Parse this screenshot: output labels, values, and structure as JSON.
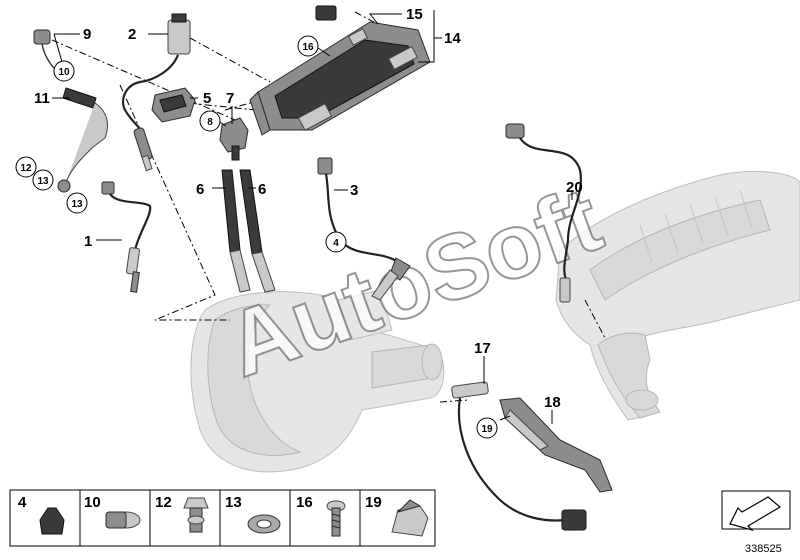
{
  "callouts": {
    "c1": "1",
    "c2": "2",
    "c3": "3",
    "c4": "4",
    "c5": "5",
    "c6a": "6",
    "c6b": "6",
    "c7": "7",
    "c8": "8",
    "c9": "9",
    "c10": "10",
    "c11": "11",
    "c12": "12",
    "c13a": "13",
    "c13b": "13",
    "c14": "14",
    "c15": "15",
    "c16": "16",
    "c17": "17",
    "c18": "18",
    "c19": "19",
    "c20": "20"
  },
  "legend": {
    "items": [
      {
        "label": "4"
      },
      {
        "label": "10"
      },
      {
        "label": "12"
      },
      {
        "label": "13"
      },
      {
        "label": "16"
      },
      {
        "label": "19"
      }
    ]
  },
  "watermark": "AutoSoft",
  "doc_number": "338525",
  "icons": {
    "nav": "arrow-down-left-icon"
  }
}
